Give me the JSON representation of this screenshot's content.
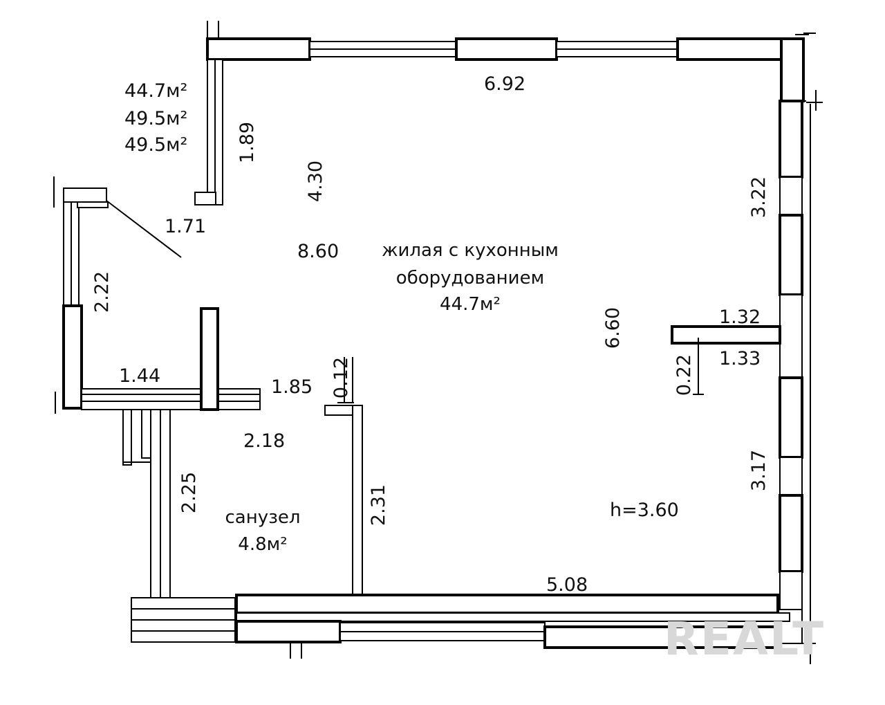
{
  "areas": {
    "line1": "44.7м²",
    "line2": "49.5м²",
    "line3": "49.5м²"
  },
  "rooms": {
    "living": {
      "line1": "жилая с кухонным",
      "line2": "оборудованием",
      "area": "44.7м²"
    },
    "bathroom": {
      "line1": "санузел",
      "area": "4.8м²"
    }
  },
  "ceiling_height": "h=3.60",
  "dimensions": {
    "top_wall": "6.92",
    "left_upper": "1.89",
    "living_upper": "4.30",
    "niche_width": "1.71",
    "living_depth": "8.60",
    "right_upper": "3.22",
    "balcony_height": "2.22",
    "living_width": "6.60",
    "pier_top": "1.32",
    "pier_bottom": "1.33",
    "pier_thickness": "0.22",
    "hall_width": "1.44",
    "opening": "1.85",
    "partition": "0.12",
    "bath_width": "2.18",
    "right_lower": "3.17",
    "bath_left": "2.25",
    "bath_right": "2.31",
    "bottom_wall": "5.08"
  },
  "watermark": "REALT"
}
